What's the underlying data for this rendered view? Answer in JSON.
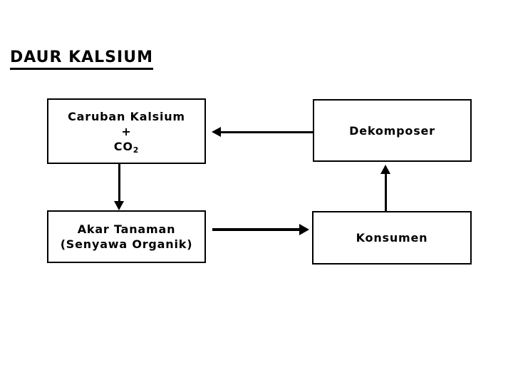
{
  "title": {
    "text": "DAUR KALSIUM"
  },
  "diagram": {
    "nodes": {
      "caruban": {
        "line1": "Caruban Kalsium",
        "line2": "+",
        "formula_base": "CO",
        "formula_sub": "2"
      },
      "dekomposer": {
        "label": "Dekomposer"
      },
      "akar": {
        "line1": "Akar Tanaman",
        "line2": "(Senyawa Organik)"
      },
      "konsumen": {
        "label": "Konsumen"
      }
    },
    "arrows": [
      {
        "name": "dekomposer-to-caruban",
        "from": "Dekomposer",
        "to": "Caruban Kalsium + CO2",
        "direction": "left"
      },
      {
        "name": "caruban-to-akar",
        "from": "Caruban Kalsium + CO2",
        "to": "Akar Tanaman (Senyawa Organik)",
        "direction": "down"
      },
      {
        "name": "akar-to-konsumen",
        "from": "Akar Tanaman (Senyawa Organik)",
        "to": "Konsumen",
        "direction": "right"
      },
      {
        "name": "konsumen-to-dekomposer",
        "from": "Konsumen",
        "to": "Dekomposer",
        "direction": "up"
      }
    ],
    "colors": {
      "background": "#ffffff",
      "box_border": "#000000",
      "text": "#000000",
      "arrow": "#000000"
    }
  }
}
